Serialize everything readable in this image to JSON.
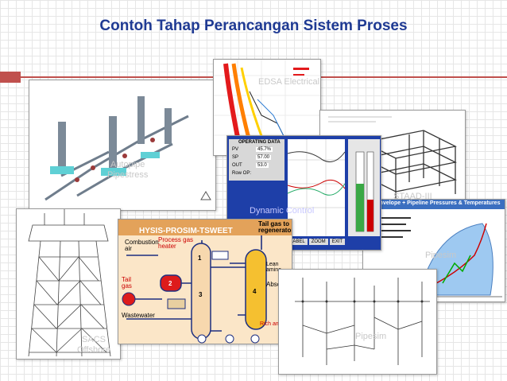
{
  "slide": {
    "title": "Contoh Tahap Perancangan Sistem Proses",
    "accent_color": "#c0504d",
    "title_color": "#1f3a93"
  },
  "panels": {
    "autopipe": {
      "label": "Autopipe\nPipestress"
    },
    "edsa": {
      "label": "EDSA Electrical"
    },
    "staad": {
      "label": "STAAD-III"
    },
    "dynamic": {
      "label": "Dynamic Control",
      "table_title": "OPERATING DATA",
      "rows": [
        {
          "name": "PV",
          "value": "45.7%"
        },
        {
          "name": "SP",
          "value": "57.00"
        },
        {
          "name": "OUT",
          "value": "53.0"
        }
      ],
      "row_label": "Row OP:",
      "buttons": [
        "LABEL",
        "ZOOM",
        "EXIT"
      ]
    },
    "envelope": {
      "title": "Envelope + Pipeline Pressures & Temperatures",
      "label": "Pipesim"
    },
    "sacs": {
      "label": "SACS\nOffshore"
    },
    "hysys": {
      "label": "HYSIS-PROSIM-TSWEET",
      "labels": {
        "combustion_air": "Combustion\nair",
        "process_gas_heater": "Process gas\nheater",
        "tail_gas": "Tail\ngas",
        "wastewater": "Wastewater",
        "tail_gas_regen": "Tail gas to\nregenerator",
        "lean_amine": "Lean amine",
        "absorber": "Absorber",
        "rich_amine": "Rich amine"
      },
      "units": [
        "1",
        "2",
        "3",
        "4"
      ]
    },
    "pipesim": {
      "label": "Pipesim"
    }
  }
}
